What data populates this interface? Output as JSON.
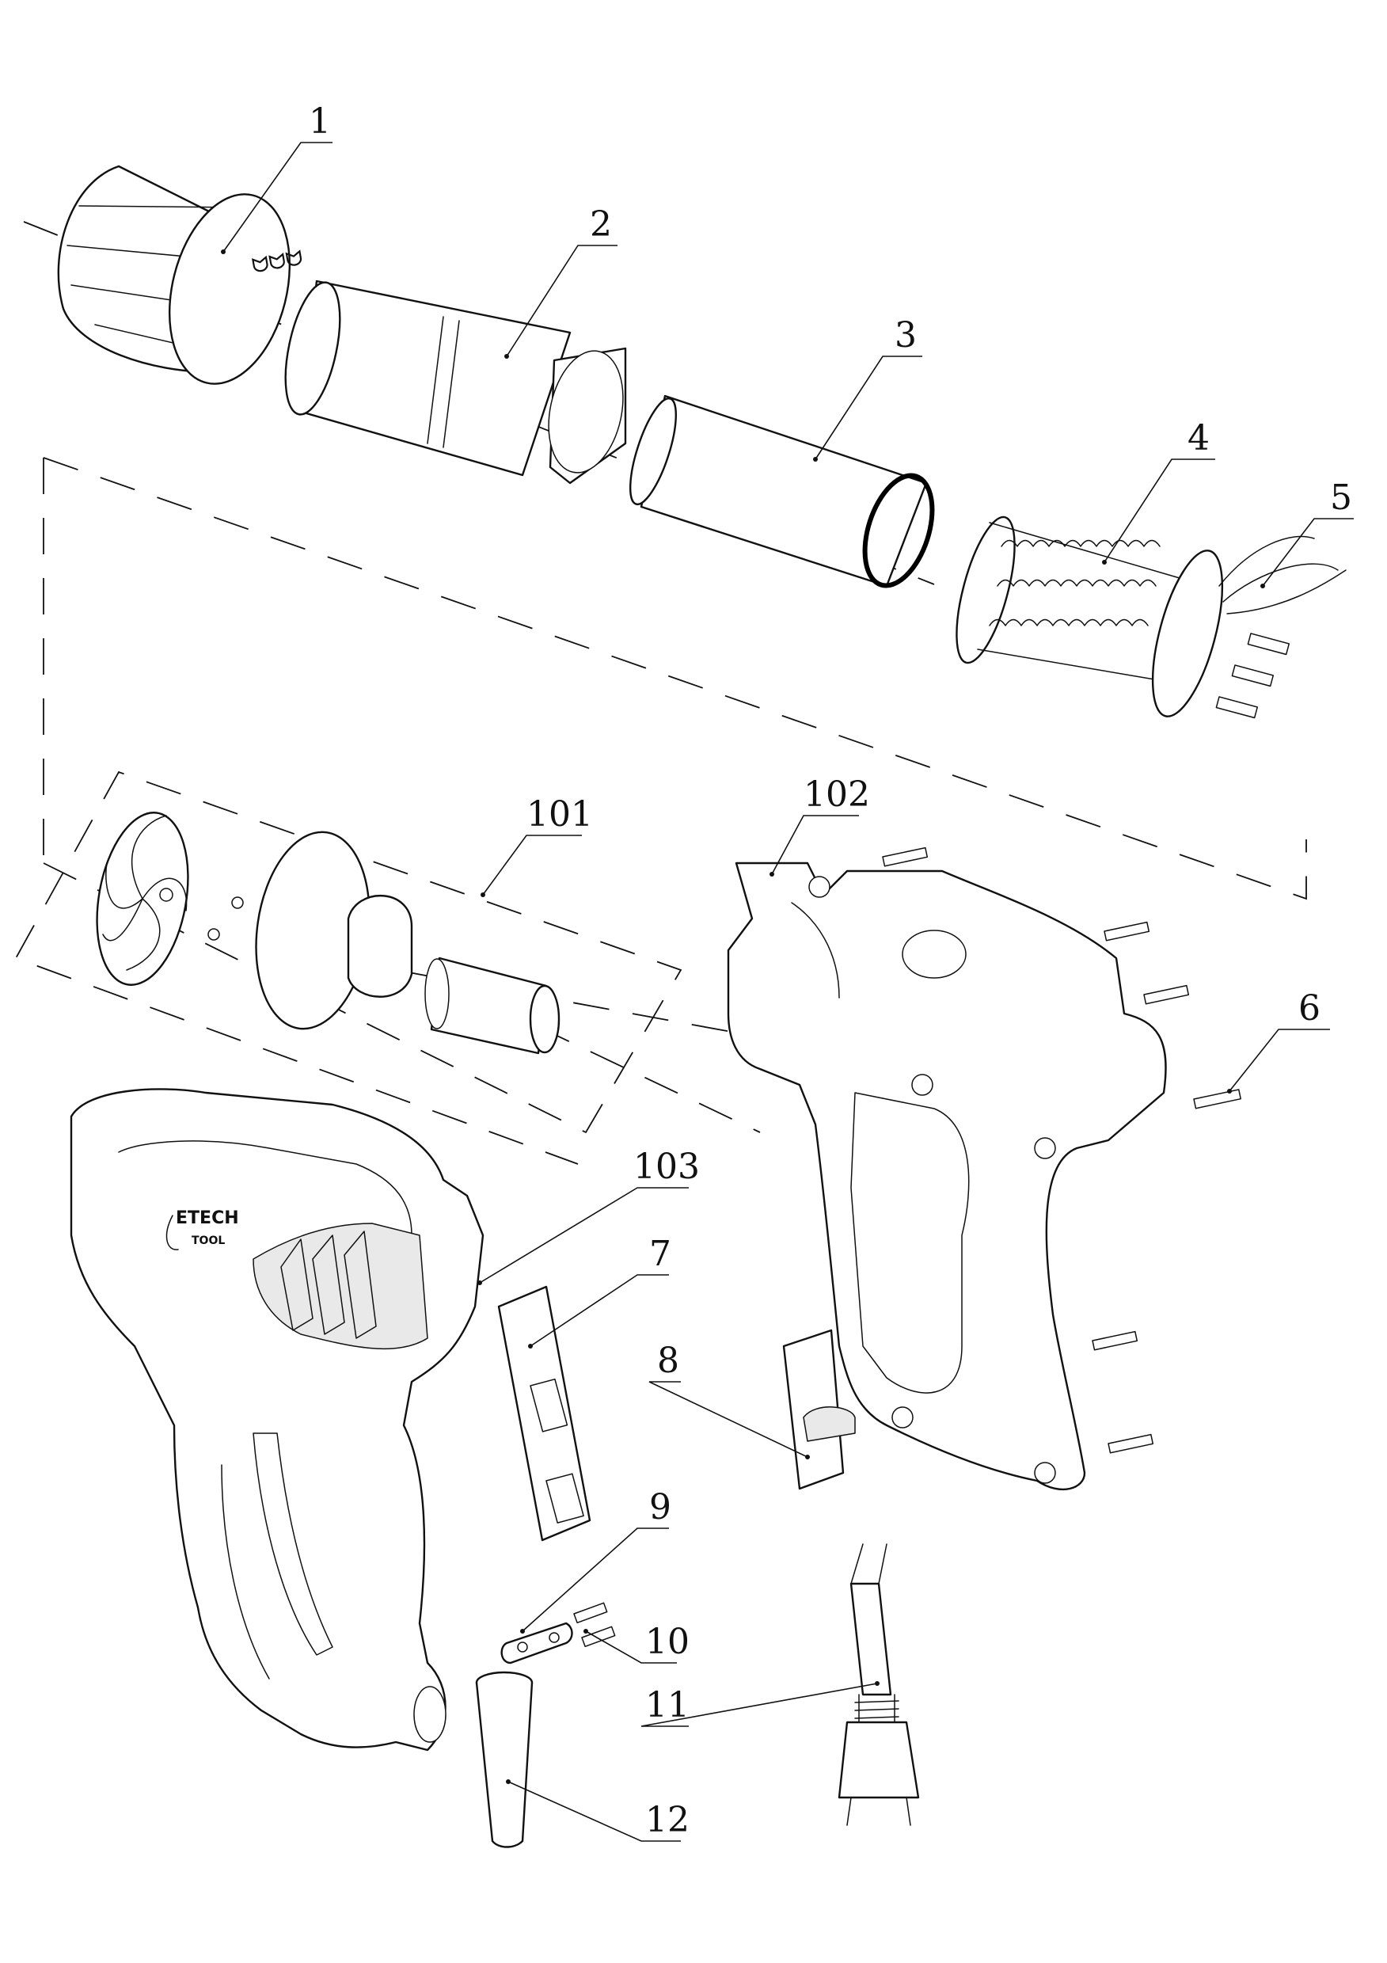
{
  "diagram": {
    "type": "exploded-parts-view",
    "brand_logo": {
      "line1": "ETECH",
      "line2": "TOOL"
    },
    "part_labels": [
      "1",
      "2",
      "3",
      "4",
      "5",
      "101",
      "102",
      "6",
      "103",
      "7",
      "8",
      "9",
      "10",
      "11",
      "12"
    ]
  }
}
